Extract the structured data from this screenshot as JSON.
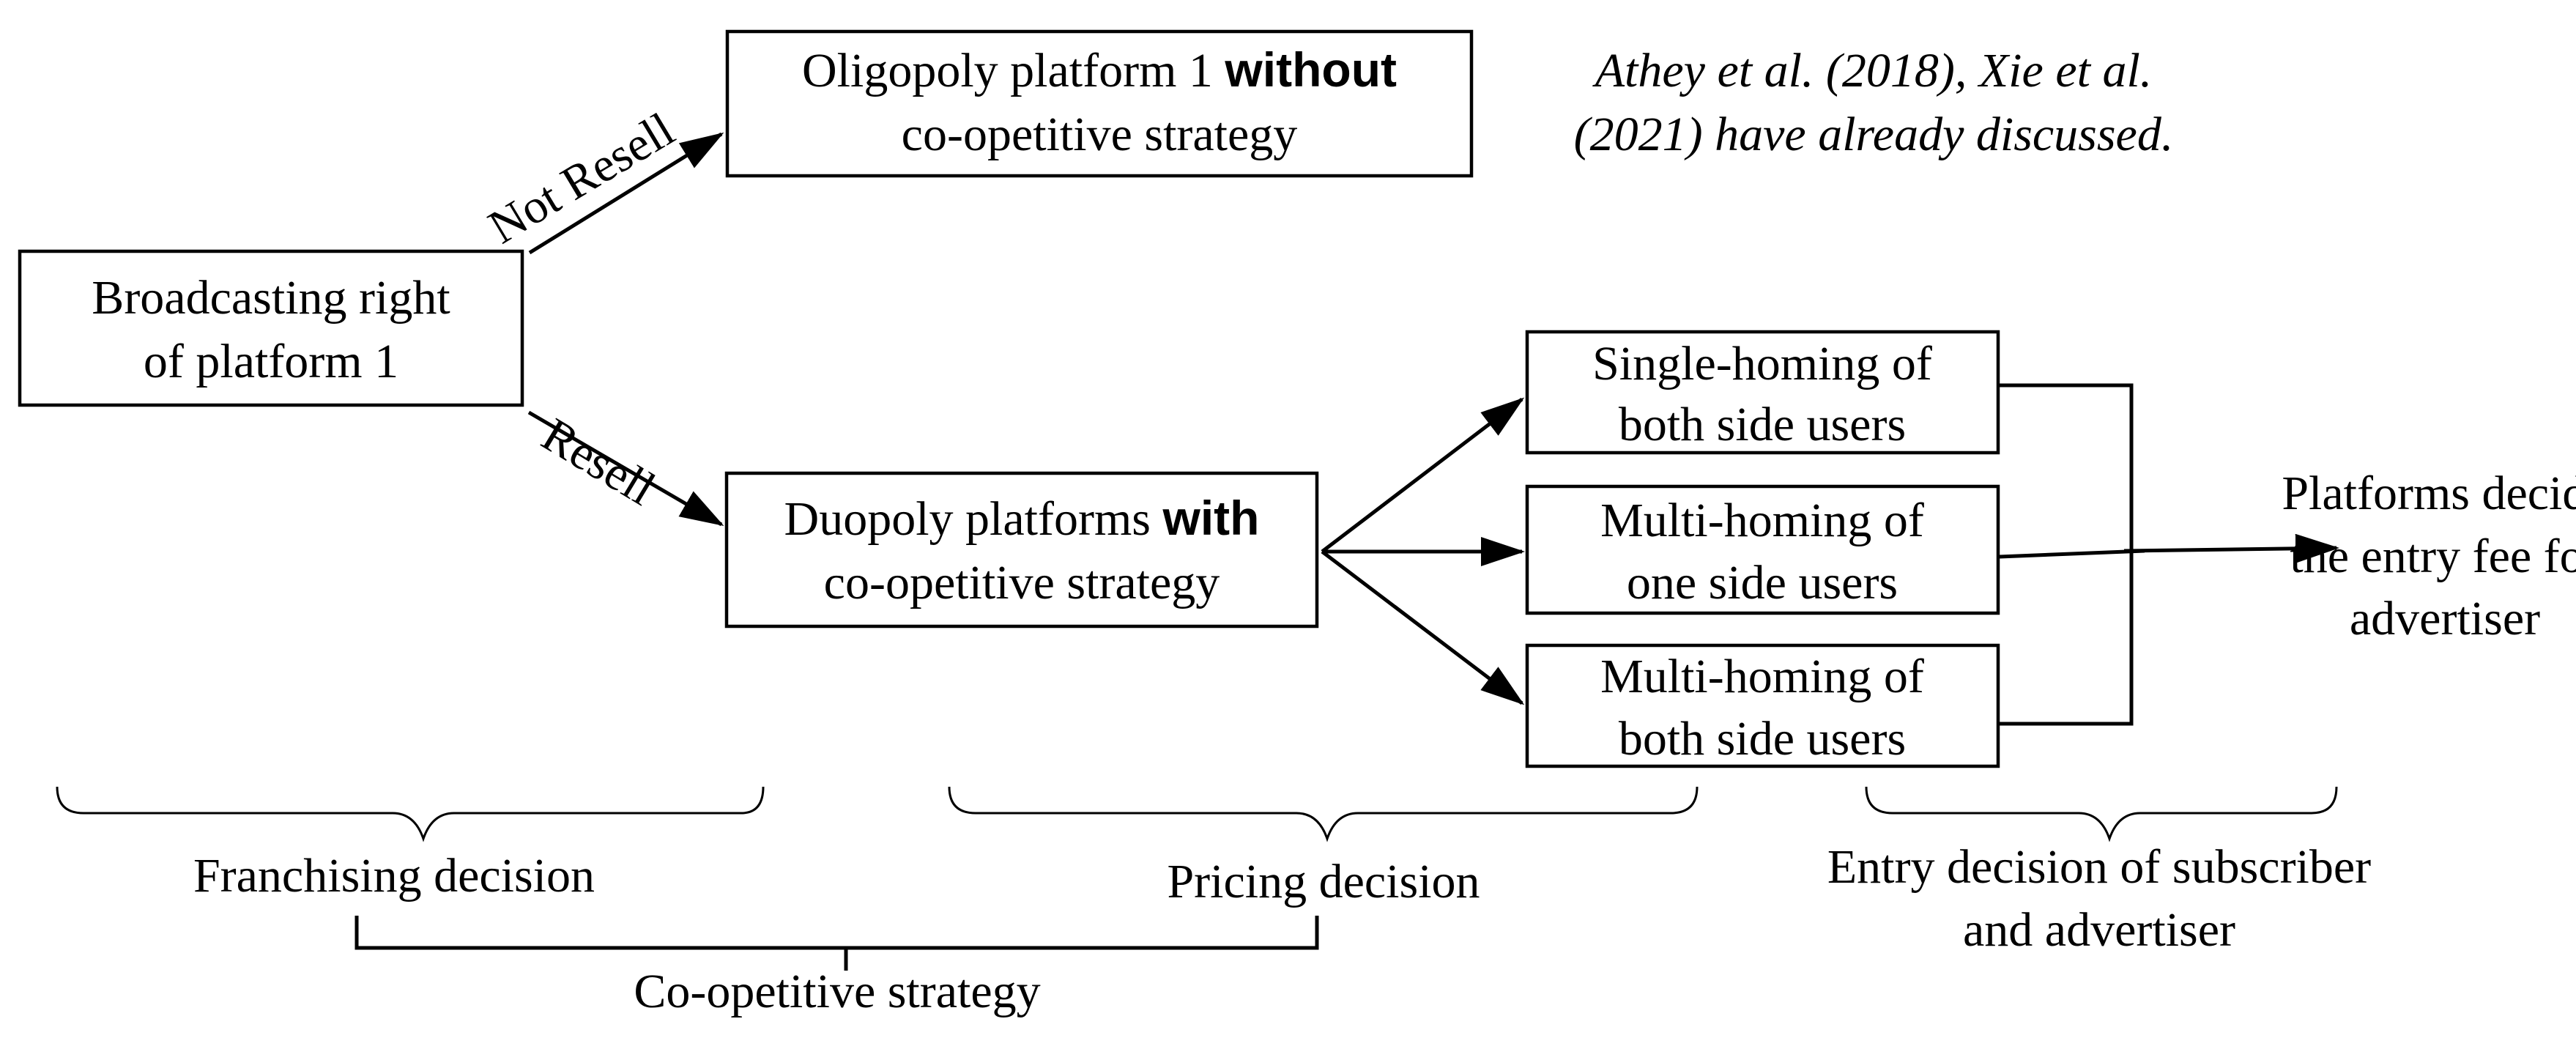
{
  "nodes": {
    "broadcasting": {
      "line1": "Broadcasting right",
      "line2": "of platform 1"
    },
    "oligopoly": {
      "line1_pre": "Oligopoly platform 1 ",
      "line1_bold": "without",
      "line2": "co-opetitive strategy"
    },
    "duopoly": {
      "line1_pre": "Duopoly platforms ",
      "line1_bold": "with",
      "line2": "co-opetitive strategy"
    },
    "single_homing": {
      "line1": "Single-homing of",
      "line2": "both side users"
    },
    "multi_one": {
      "line1": "Multi-homing of",
      "line2": "one side users"
    },
    "multi_both": {
      "line1": "Multi-homing of",
      "line2": "both side users"
    },
    "platforms_decide": {
      "line1": "Platforms decide",
      "line2": "the entry fee for",
      "line3": "advertiser"
    }
  },
  "edges": {
    "not_resell": "Not Resell",
    "resell": "Resell"
  },
  "note": {
    "line1": "Athey et al. (2018), Xie et al.",
    "line2": "(2021) have already discussed."
  },
  "stages": {
    "franchising": "Franchising decision",
    "pricing": "Pricing decision",
    "entry_line1": "Entry decision of subscriber",
    "entry_line2": "and advertiser",
    "coopetitive": "Co-opetitive strategy"
  }
}
